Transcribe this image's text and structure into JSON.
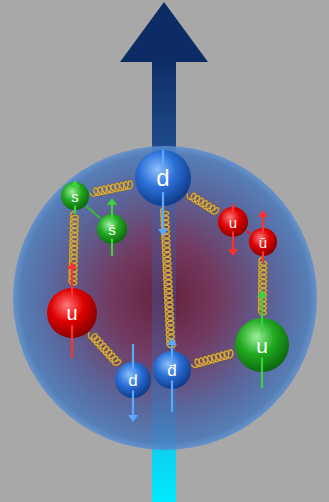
{
  "diagram": {
    "nodes": [
      {
        "text": [
          "d"
        ]
      },
      {
        "text": [
          "s"
        ]
      },
      {
        "text": [
          "u"
        ]
      },
      {
        "text": [
          "s̄"
        ]
      },
      {
        "text": [
          "ū"
        ]
      },
      {
        "text": [
          "u"
        ]
      },
      {
        "text": [
          "u"
        ]
      },
      {
        "text": [
          "d̄"
        ]
      },
      {
        "text": [
          "d"
        ]
      }
    ],
    "edges": [
      {
        "from": 1,
        "to": 0,
        "arrow": "none"
      },
      {
        "from": 0,
        "to": 2,
        "arrow": "none"
      },
      {
        "from": 1,
        "to": 5,
        "arrow": "none"
      },
      {
        "from": 5,
        "to": 8,
        "arrow": "none"
      },
      {
        "from": 7,
        "to": 6,
        "arrow": "none"
      },
      {
        "from": 4,
        "to": 6,
        "arrow": "none"
      },
      {
        "from": 0,
        "to": 7,
        "arrow": "none"
      },
      {
        "from": 1,
        "to": 3,
        "arrow": "none"
      },
      {
        "from": 2,
        "to": 4,
        "arrow": "none"
      }
    ]
  }
}
